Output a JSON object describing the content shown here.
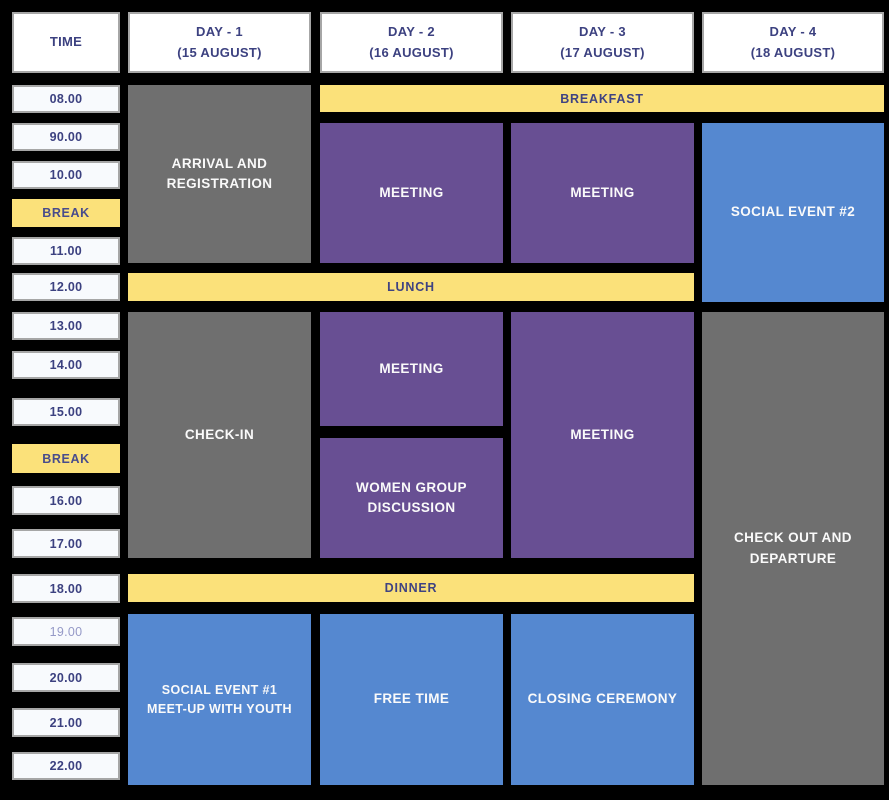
{
  "palette": {
    "background": "#000000",
    "header_box": "#ffffff",
    "time_box": "#f8fafd",
    "box_border": "#a6a6a6",
    "navy_text": "#3c4180",
    "faded_time_text": "#9599c7",
    "meal_yellow": "#fbe17a",
    "meeting_purple": "#684f93",
    "social_blue": "#5588d0",
    "logistics_gray": "#6f6f6f",
    "block_text": "#fafafa"
  },
  "header": {
    "time_label": "TIME",
    "days": [
      {
        "label": "DAY - 1",
        "date": "(15 AUGUST)"
      },
      {
        "label": "DAY - 2",
        "date": "(16 AUGUST)"
      },
      {
        "label": "DAY - 3",
        "date": "(17 AUGUST)"
      },
      {
        "label": "DAY - 4",
        "date": "(18 AUGUST)"
      }
    ]
  },
  "time_column": [
    {
      "label": "08.00",
      "type": "time"
    },
    {
      "label": "90.00",
      "type": "time"
    },
    {
      "label": "10.00",
      "type": "time"
    },
    {
      "label": "BREAK",
      "type": "break"
    },
    {
      "label": "11.00",
      "type": "time"
    },
    {
      "label": "12.00",
      "type": "time"
    },
    {
      "label": "13.00",
      "type": "time"
    },
    {
      "label": "14.00",
      "type": "time"
    },
    {
      "label": "15.00",
      "type": "time"
    },
    {
      "label": "BREAK",
      "type": "break"
    },
    {
      "label": "16.00",
      "type": "time"
    },
    {
      "label": "17.00",
      "type": "time"
    },
    {
      "label": "18.00",
      "type": "time"
    },
    {
      "label": "19.00",
      "type": "time-faded"
    },
    {
      "label": "20.00",
      "type": "time"
    },
    {
      "label": "21.00",
      "type": "time"
    },
    {
      "label": "22.00",
      "type": "time"
    }
  ],
  "events": {
    "breakfast": "BREAKFAST",
    "lunch": "LUNCH",
    "dinner": "DINNER",
    "arrival": "ARRIVAL AND REGISTRATION",
    "meeting_day2_morning": "MEETING",
    "meeting_day3_morning": "MEETING",
    "social_event_2": "SOCIAL EVENT #2",
    "check_in": "CHECK-IN",
    "meeting_day2_afternoon": "MEETING",
    "women_group_discussion": "WOMEN GROUP DISCUSSION",
    "meeting_day3_afternoon": "MEETING",
    "check_out": "CHECK OUT AND DEPARTURE",
    "social_event_1": "SOCIAL EVENT #1\nMEET-UP WITH YOUTH",
    "free_time": "FREE TIME",
    "closing_ceremony": "CLOSING CEREMONY"
  }
}
